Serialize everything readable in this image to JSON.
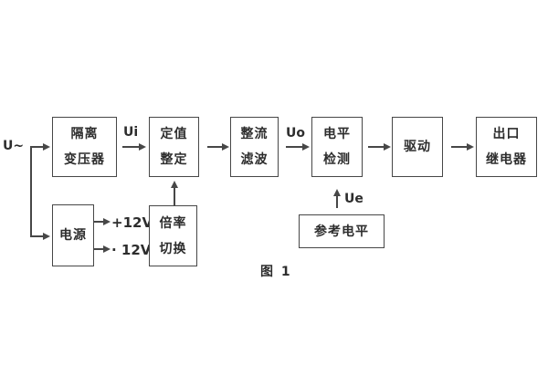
{
  "figure": {
    "caption": "图 1",
    "colors": {
      "line": "#474747",
      "text": "#2d2d2d",
      "background": "#ffffff"
    },
    "signals": {
      "input": "U~",
      "ui": "Ui",
      "uo": "Uo",
      "ue": "Ue",
      "plus_12v": "+12V",
      "minus_12v": "· 12V"
    },
    "boxes": {
      "isolation_transformer": {
        "lines": [
          "隔离",
          "变压器"
        ]
      },
      "setting_adjust": {
        "lines": [
          "定值",
          "整定"
        ]
      },
      "rectifier_filter": {
        "lines": [
          "整流",
          "滤波"
        ]
      },
      "level_detect": {
        "lines": [
          "电平",
          "检测"
        ]
      },
      "drive": {
        "label": "驱动"
      },
      "output_relay": {
        "lines": [
          "出口",
          "继电器"
        ]
      },
      "power_supply": {
        "label": "电源"
      },
      "ratio_switch": {
        "lines": [
          "倍率",
          "切换"
        ]
      },
      "reference_level": {
        "label": "参考电平"
      }
    }
  }
}
